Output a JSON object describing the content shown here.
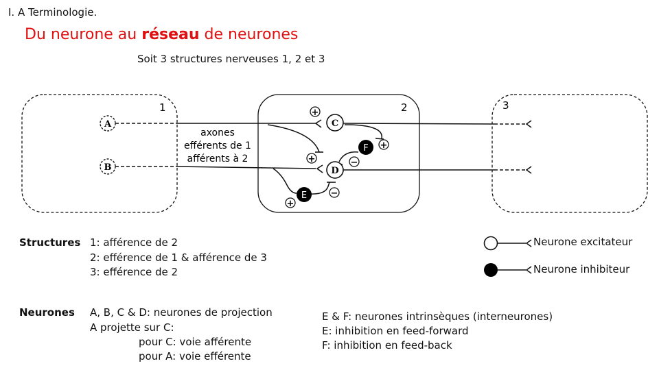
{
  "slide": {
    "section": "I. A Terminologie.",
    "title_part1": "Du neurone au ",
    "title_highlight": "réseau",
    "title_part2": " de neurones",
    "intro": "Soit 3 structures nerveuses 1, 2 et 3"
  },
  "colors": {
    "title": "#e01010",
    "line": "#111111",
    "inhibitory_fill": "#000000",
    "excitatory_fill": "#ffffff"
  },
  "diagram": {
    "structures": [
      {
        "label": "1",
        "style": "dashed"
      },
      {
        "label": "2",
        "style": "solid"
      },
      {
        "label": "3",
        "style": "dashed"
      }
    ],
    "neurons": [
      {
        "id": "A",
        "type": "projection",
        "style": "dashed"
      },
      {
        "id": "B",
        "type": "projection",
        "style": "dashed"
      },
      {
        "id": "C",
        "type": "projection",
        "fill": "white"
      },
      {
        "id": "D",
        "type": "projection",
        "fill": "white"
      },
      {
        "id": "E",
        "type": "interneuron",
        "fill": "black"
      },
      {
        "id": "F",
        "type": "interneuron",
        "fill": "black"
      }
    ],
    "axon_label": [
      "axones",
      "efférents de 1",
      "afférents à 2"
    ],
    "signs": {
      "plus": "+",
      "minus": "−"
    }
  },
  "legend": {
    "excitatory": "Neurone excitateur",
    "inhibitory": "Neurone inhibiteur"
  },
  "structures_text": {
    "heading": "Structures",
    "lines": [
      "1: afférence de 2",
      "2: efférence de 1 & afférence de 3",
      "3: efférence de 2"
    ]
  },
  "neurones_text": {
    "heading": "Neurones",
    "lines": [
      "A, B, C & D: neurones de projection",
      "A projette sur C:"
    ],
    "sub_lines": [
      "pour C: voie afférente",
      "pour A: voie efférente"
    ]
  },
  "interneurons_text": {
    "lines": [
      "E & F: neurones intrinsèques (interneurones)",
      "E: inhibition en feed-forward",
      "F: inhibition en feed-back"
    ]
  }
}
